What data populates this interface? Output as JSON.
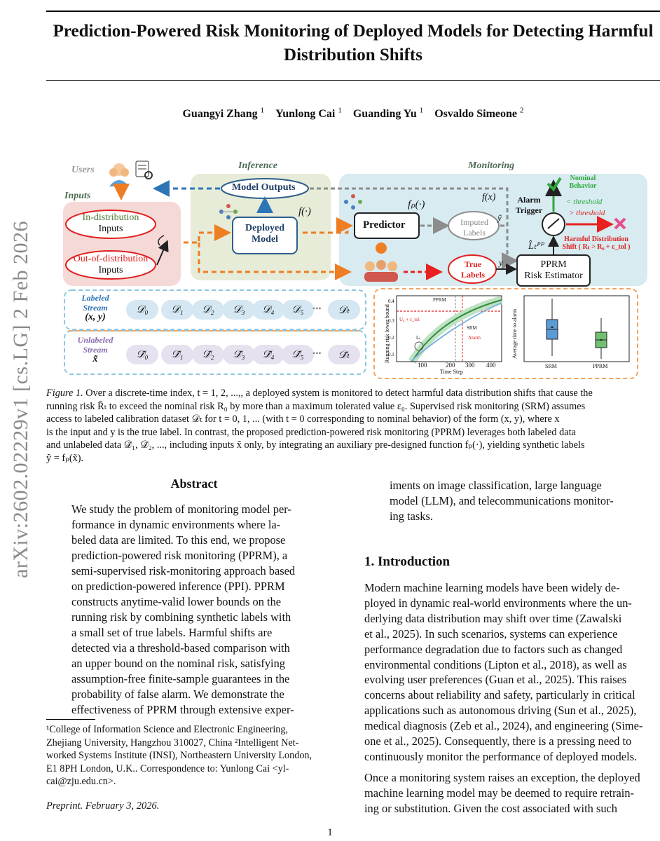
{
  "arxiv_stamp": "arXiv:2602.02229v1  [cs.LG]  2 Feb 2026",
  "title_lines": [
    "Prediction-Powered Risk Monitoring of Deployed Models for Detecting Harmful",
    "Distribution Shifts"
  ],
  "authors": [
    {
      "name": "Guangyi Zhang",
      "aff": "1"
    },
    {
      "name": "Yunlong Cai",
      "aff": "1"
    },
    {
      "name": "Guanding Yu",
      "aff": "1"
    },
    {
      "name": "Osvaldo Simeone",
      "aff": "2"
    }
  ],
  "figure": {
    "sections": {
      "users": "Users",
      "inputs": "Inputs",
      "inference": "Inference",
      "monitoring": "Monitoring"
    },
    "in_dist_line1": "In-distribution",
    "in_dist_line2": "Inputs",
    "ood_line1": "Out-of-distribution",
    "ood_line2": "Inputs",
    "model_outputs": "Model Outputs",
    "deployed_line1": "Deployed",
    "deployed_line2": "Model",
    "f_dot": "f(·)",
    "f_x": "f(x)",
    "fp_dot": "fₚ(·)",
    "predictor": "Predictor",
    "imputed_line1": "Imputed",
    "imputed_line2": "Labels",
    "true_line1": "True",
    "true_line2": "Labels",
    "y_tilde": "ỹ",
    "y": "y",
    "alarm_line1": "Alarm",
    "alarm_line2": "Trigger",
    "l_hat": "L̂ₜᴾᴾ",
    "pprm_line1": "PPRM",
    "pprm_line2": "Risk Estimator",
    "nominal_line1": "Nominal",
    "nominal_line2": "Behavior",
    "lt_threshold": "< threshold",
    "gt_threshold": "> threshold",
    "harmful_line1": "Harmful Distribution",
    "harmful_line2": "Shift ( Rₜ > R₀ + ε_tol )",
    "labeled_line1": "Labeled",
    "labeled_line2": "Stream",
    "labeled_var": "(x, y)",
    "unlabeled_line1": "Unlabeled",
    "unlabeled_line2": "Stream",
    "unlabeled_var": "x̃",
    "labeled_chips": [
      "𝒟₀",
      "𝒟₁",
      "𝒟₂",
      "𝒟₃",
      "𝒟₄",
      "𝒟₅",
      "𝒟ₜ"
    ],
    "unlabeled_chips": [
      "𝒟̃₀",
      "𝒟̃₁",
      "𝒟̃₂",
      "𝒟̃₃",
      "𝒟̃₄",
      "𝒟̃₅",
      "𝒟̃ₜ"
    ],
    "ellipsis": "•••",
    "line_plot": {
      "ylabel": "Running risk lower bound",
      "xlabel": "Time Step",
      "xticks": [
        "100",
        "200",
        "300",
        "400"
      ],
      "yticks": [
        "0.1",
        "0.2",
        "0.3",
        "0.4"
      ],
      "labels": {
        "pprm": "PPRM",
        "srm": "SRM",
        "alarm": "Alarm",
        "u0": "U₀ + ε_tol",
        "lt": "Lₜ"
      }
    },
    "box_plot": {
      "ylabel": "Average time to alarm",
      "categories": [
        "SRM",
        "PPRM"
      ],
      "colors": [
        "#5b9bd5",
        "#70c070"
      ]
    }
  },
  "caption": {
    "label": "Figure 1.",
    "lines": [
      "Over a discrete-time index, t = 1, 2, ...,, a deployed system is monitored to detect harmful data distribution shifts that cause the",
      "running risk R̄ₜ to exceed the nominal risk R₀ by more than a maximum tolerated value ε₀. Supervised risk monitoring (SRM) assumes",
      "access to labeled calibration dataset 𝒟ₜ for t = 0, 1, ... (with t = 0 corresponding to nominal behavior) of the form (x, y), where x",
      "is the input and y is the true label. In contrast, the proposed prediction-powered risk monitoring (PPRM) leverages both labeled data",
      "and unlabeled data 𝒟̃₁, 𝒟̃₂, ..., including inputs x̃ only, by integrating an auxiliary pre-designed function fₚ(·), yielding synthetic labels",
      "ỹ = fₚ(x̃)."
    ]
  },
  "abstract": {
    "heading": "Abstract",
    "lines": [
      "We study the problem of monitoring model per-",
      "formance in dynamic environments where la-",
      "beled data are limited.  To this end, we propose",
      "prediction-powered risk monitoring (PPRM), a",
      "semi-supervised risk-monitoring approach based",
      "on prediction-powered inference (PPI). PPRM",
      "constructs anytime-valid lower bounds on the",
      "running risk by combining synthetic labels with",
      "a small set of true labels.   Harmful shifts are",
      "detected via a threshold-based comparison with",
      "an upper bound on the nominal risk, satisfying",
      "assumption-free finite-sample guarantees in the",
      "probability of false alarm.  We demonstrate the",
      "effectiveness of PPRM through extensive exper-"
    ],
    "continuation": [
      "iments on image classification, large language",
      "model (LLM), and telecommunications monitor-",
      "ing tasks."
    ]
  },
  "footnote": {
    "lines": [
      "¹College of Information Science and Electronic Engineering,",
      "Zhejiang University, Hangzhou 310027, China ²Intelligent Net-",
      "worked Systems Institute (INSI), Northeastern University London,",
      "E1 8PH London, U.K..  Correspondence to:  Yunlong Cai <yl-",
      "cai@zju.edu.cn>."
    ]
  },
  "preprint": "Preprint. February 3, 2026.",
  "introduction": {
    "heading": "1. Introduction",
    "para1": [
      "Modern machine learning models have been widely de-",
      "ployed in dynamic real-world environments where the un-",
      "derlying data distribution may shift over time (Zawalski",
      "et al., 2025).  In such scenarios, systems can experience",
      "performance degradation due to factors such as changed",
      "environmental conditions (Lipton et al., 2018), as well as",
      "evolving user preferences (Guan et al., 2025). This raises",
      "concerns about reliability and safety, particularly in critical",
      "applications such as autonomous driving (Sun et al., 2025),",
      "medical diagnosis (Zeb et al., 2024), and engineering (Sime-",
      "one et al., 2025). Consequently, there is a pressing need to",
      "continuously monitor the performance of deployed models."
    ],
    "para2": [
      "Once a monitoring system raises an exception, the deployed",
      "machine learning model may be deemed to require retrain-",
      "ing or substitution.  Given the cost associated with such"
    ]
  },
  "page_number": "1"
}
